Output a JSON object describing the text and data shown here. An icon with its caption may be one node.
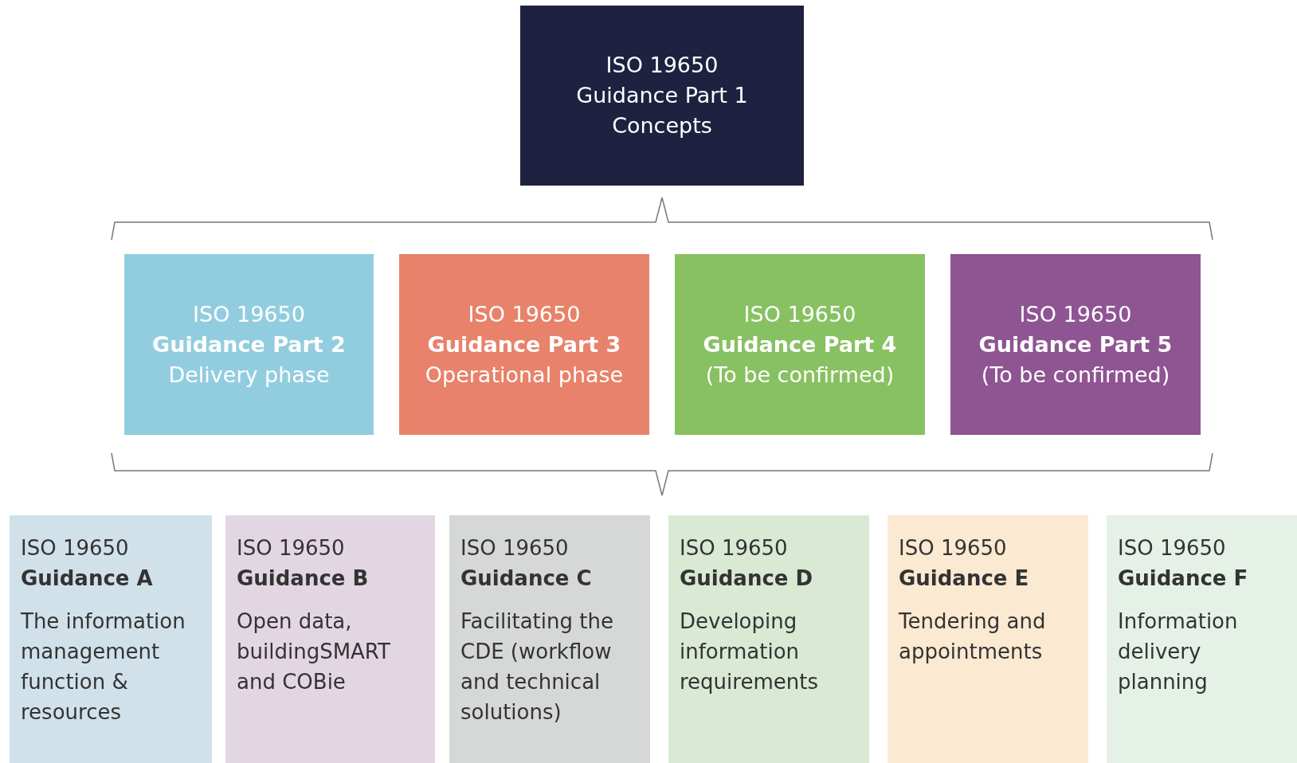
{
  "diagram": {
    "nodes": [
      {
        "text": [
          "ISO 19650",
          "Guidance Part 1",
          "Concepts"
        ]
      },
      {
        "text": [
          "ISO 19650",
          "Guidance Part 2",
          "Delivery phase"
        ]
      },
      {
        "text": [
          "ISO 19650",
          "Guidance Part 3",
          "Operational phase"
        ]
      },
      {
        "text": [
          "ISO 19650",
          "Guidance Part 4",
          "(To be confirmed)"
        ]
      },
      {
        "text": [
          "ISO 19650",
          "Guidance Part 5",
          "(To be confirmed)"
        ]
      },
      {
        "text": [
          "ISO 19650",
          "Guidance A",
          "The information management function & resources"
        ]
      },
      {
        "text": [
          "ISO 19650",
          "Guidance B",
          "Open data, buildingSMART and COBie"
        ]
      },
      {
        "text": [
          "ISO 19650",
          "Guidance C",
          "Facilitating the CDE (workflow and technical solutions)"
        ]
      },
      {
        "text": [
          "ISO 19650",
          "Guidance D",
          "Developing information requirements"
        ]
      },
      {
        "text": [
          "ISO 19650",
          "Guidance E",
          "Tendering and appointments"
        ]
      },
      {
        "text": [
          "ISO 19650",
          "Guidance F",
          "Information delivery planning"
        ]
      }
    ]
  }
}
